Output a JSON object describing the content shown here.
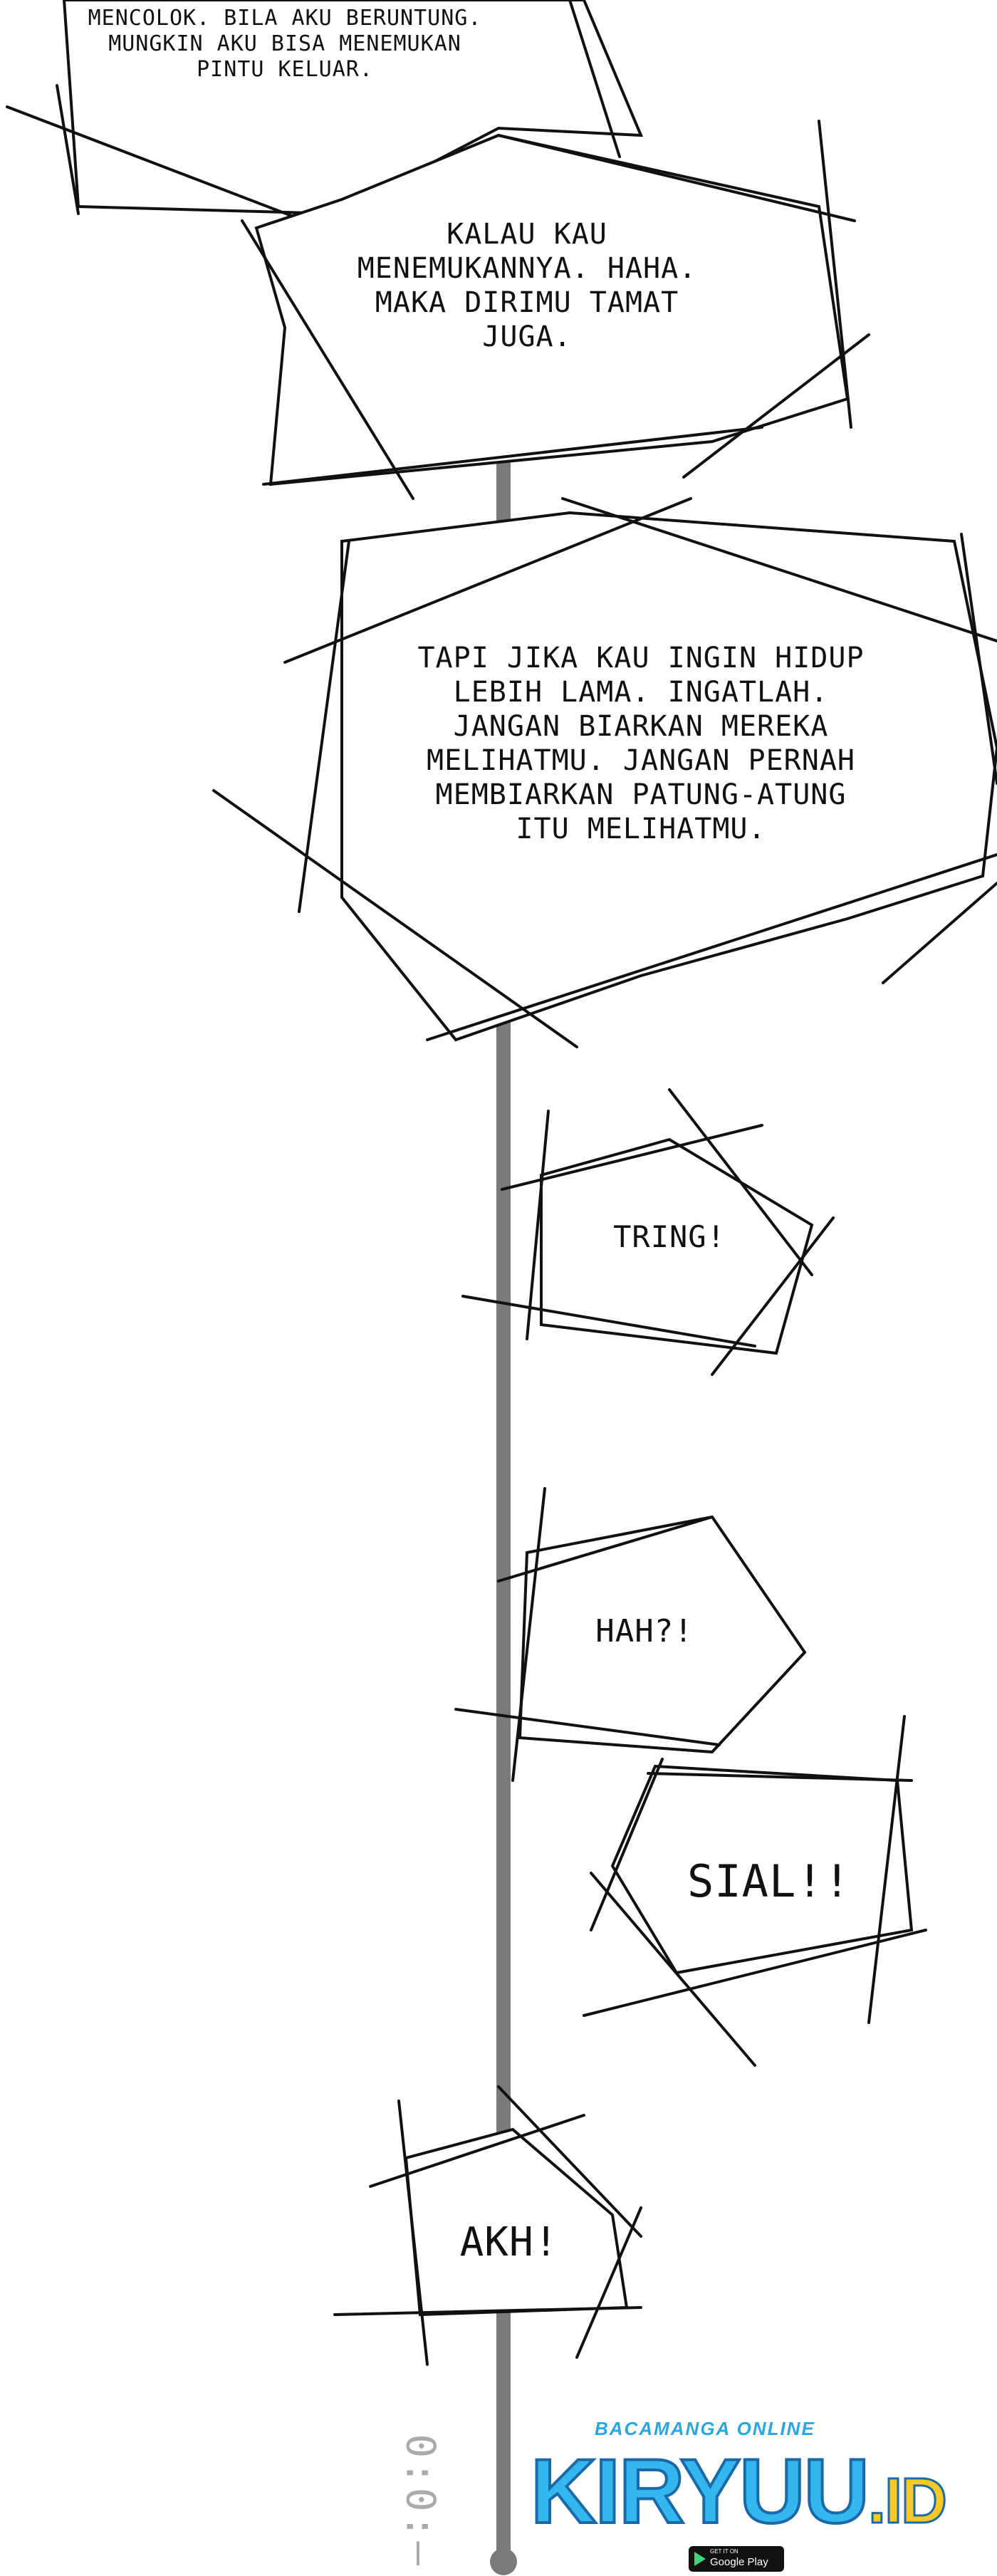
{
  "bubbles": [
    {
      "id": "b1",
      "text": "MENCOLOK. BILA AKU BERUNTUNG.\nMUNGKIN AKU BISA MENEMUKAN\nPINTU KELUAR."
    },
    {
      "id": "b2",
      "text": "KALAU KAU\nMENEMUKANNYA. HAHA.\nMAKA DIRIMU TAMAT\nJUGA."
    },
    {
      "id": "b3",
      "text": "TAPI JIKA KAU INGIN HIDUP\nLEBIH LAMA. INGATLAH.\nJANGAN BIARKAN MEREKA\nMELIHATMU. JANGAN PERNAH\nMEMBIARKAN PATUNG-ATUNG\nITU MELIHATMU."
    },
    {
      "id": "b4",
      "text": "TRING!"
    },
    {
      "id": "b5",
      "text": "HAH?!"
    },
    {
      "id": "b6",
      "text": "SIAL!!"
    },
    {
      "id": "b7",
      "text": "AKH!"
    }
  ],
  "timer_text": "0:0:—",
  "watermark": {
    "subtitle": "BACAMANGA ONLINE",
    "brand": "KIRYUU",
    "suffix": ".ID",
    "badge_line1": "GET IT ON",
    "badge_line2": "Google Play"
  },
  "colors": {
    "ink": "#111111",
    "pole": "#7a7a7a",
    "brand": "#34b6ef"
  }
}
